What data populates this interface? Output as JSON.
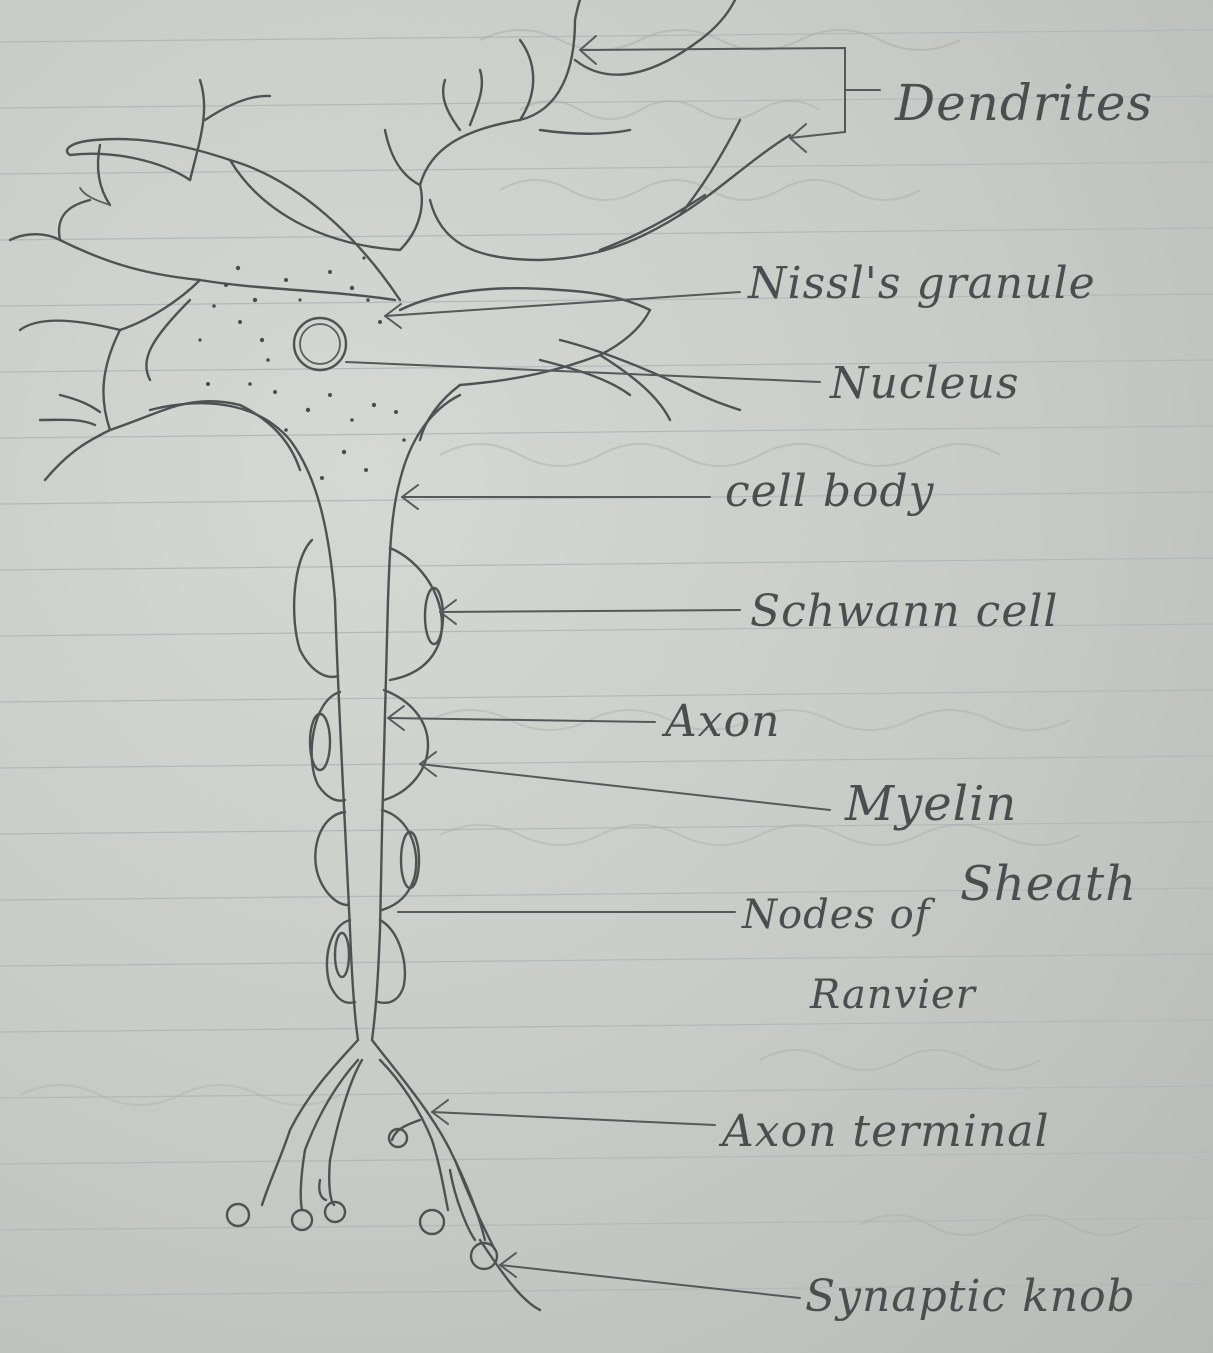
{
  "labels": {
    "dendrites": "Dendrites",
    "nissl": "Nissl's granule",
    "nucleus": "Nucleus",
    "cell_body": "cell body",
    "schwann": "Schwann cell",
    "axon": "Axon",
    "myelin_1": "Myelin",
    "myelin_2": "Sheath",
    "nodes_1": "Nodes of",
    "nodes_2": "Ranvier",
    "axon_terminal": "Axon terminal",
    "synaptic": "Synaptic knob"
  }
}
